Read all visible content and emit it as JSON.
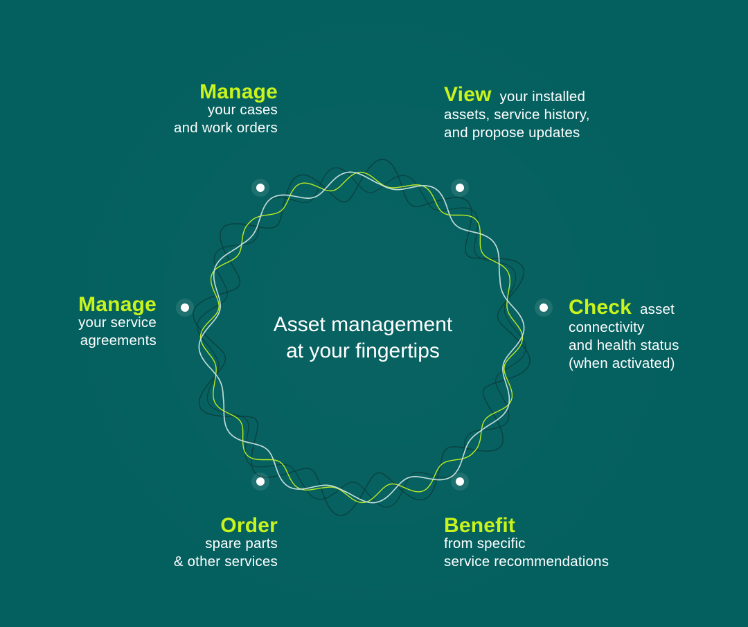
{
  "center": {
    "line1": "Asset management",
    "line2": "at your fingertips"
  },
  "items": [
    {
      "head": "Manage",
      "lines": [
        "your cases",
        "and work orders"
      ]
    },
    {
      "head": "View",
      "inline": "your installed",
      "lines": [
        "assets, service history,",
        "and propose updates"
      ]
    },
    {
      "head": "Manage",
      "lines": [
        "your service",
        "agreements"
      ]
    },
    {
      "head": "Check",
      "inline": "asset",
      "lines": [
        "connectivity",
        "and health status",
        "(when activated)"
      ]
    },
    {
      "head": "Order",
      "lines": [
        "spare parts",
        "& other services"
      ]
    },
    {
      "head": "Benefit",
      "lines": [
        "from specific",
        "service recommendations"
      ]
    }
  ],
  "colors": {
    "background": "#04605f",
    "accent": "#c8f31d",
    "text": "#ffffff",
    "wave_dark": "#0b3f3d",
    "wave_light": "#c9e3e0"
  }
}
